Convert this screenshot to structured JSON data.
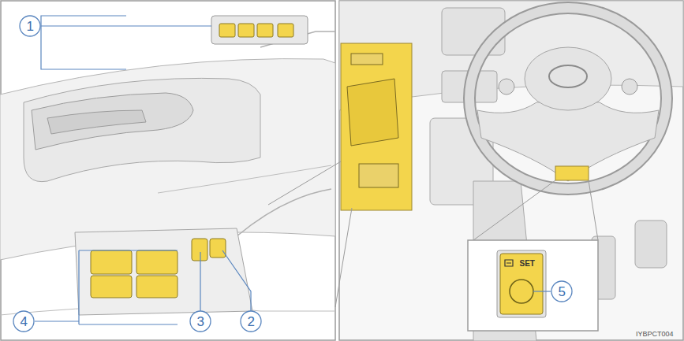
{
  "diagram": {
    "labels": [
      "1",
      "2",
      "3",
      "4",
      "5",
      "SET",
      "IYBPCT004"
    ]
  }
}
